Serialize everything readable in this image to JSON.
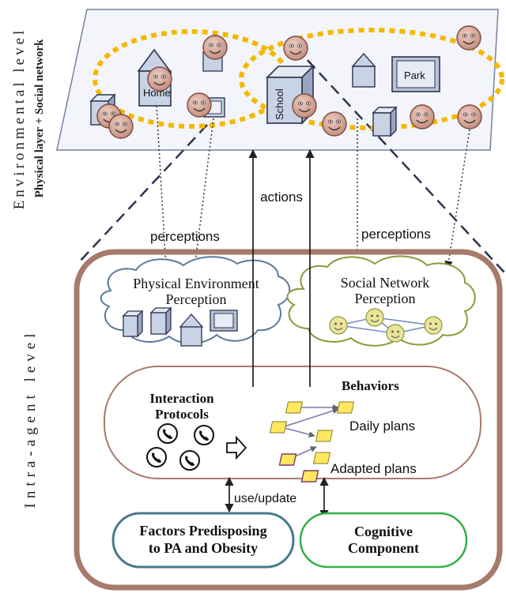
{
  "side_labels": {
    "environmental_title": "Environmental level",
    "environmental_sub": "Physical layer + Social network",
    "intra_agent": "Intra-agent level"
  },
  "environment": {
    "home": "Home",
    "school": "School",
    "park": "Park"
  },
  "flows": {
    "perceptions_left": "perceptions",
    "perceptions_right": "perceptions",
    "actions": "actions",
    "use_update": "use/update"
  },
  "clouds": {
    "physical_line1": "Physical Environment",
    "physical_line2": "Perception",
    "social_line1": "Social Network",
    "social_line2": "Perception"
  },
  "behaviors": {
    "title": "Behaviors",
    "interaction_line1": "Interaction",
    "interaction_line2": "Protocols",
    "daily_plans": "Daily plans",
    "adapted_plans": "Adapted plans"
  },
  "components": {
    "factors_line1": "Factors Predisposing",
    "factors_line2": "to PA and Obesity",
    "cognitive_line1": "Cognitive",
    "cognitive_line2": "Component"
  },
  "colors": {
    "agent_border": "#a87a6c",
    "yellow_dash": "#f5b800",
    "face_fill": "#d8a89a",
    "cloud_left": "#5a7a9a",
    "cloud_right": "#8c9a3a",
    "cognitive_border": "#2fb04a",
    "factors_border": "#4a7a8c",
    "plan_fill": "#ffe860"
  }
}
